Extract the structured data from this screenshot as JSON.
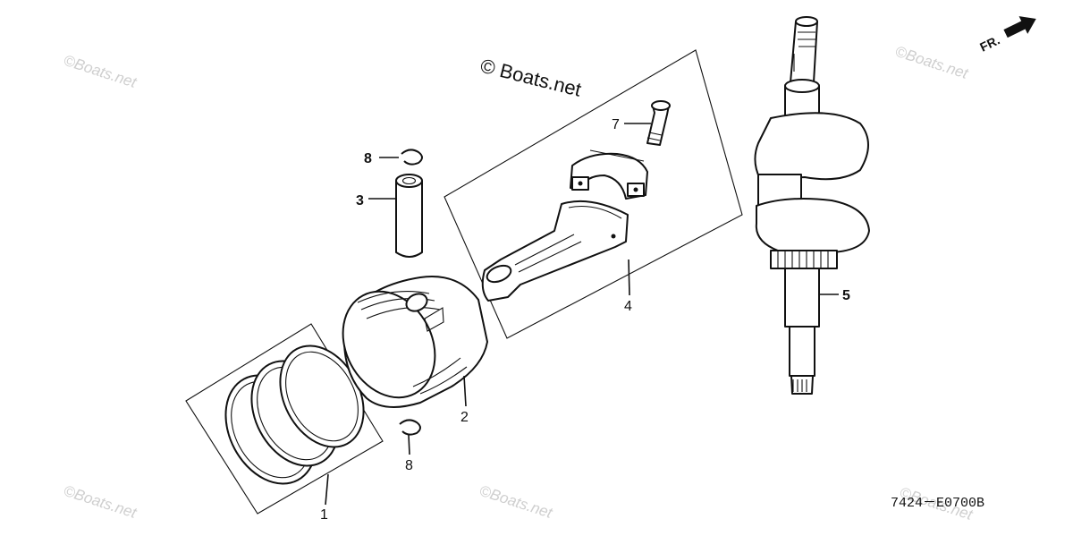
{
  "watermark": "©Boats.net",
  "copyright": "© Boats.net",
  "diagram_code": "7424－E0700B",
  "front_indicator": "FR.",
  "callouts": {
    "piston_ring_set": "1",
    "piston": "2",
    "piston_pin": "3",
    "connecting_rod": "4",
    "crankshaft": "5",
    "bolt": "7",
    "pin_clip_top": "8",
    "pin_clip_bottom": "8"
  }
}
